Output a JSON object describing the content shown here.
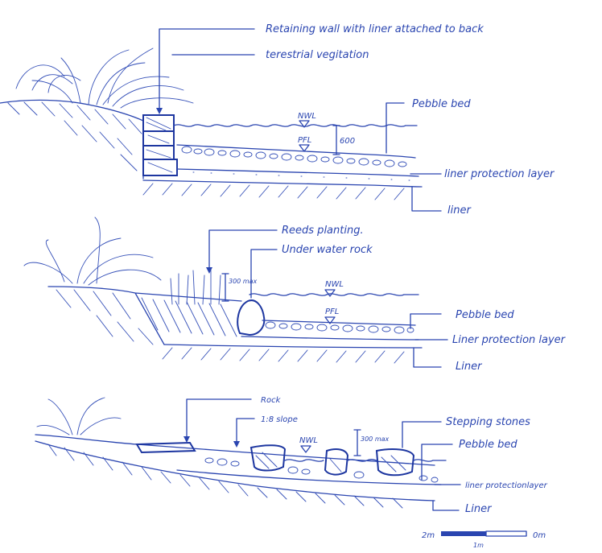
{
  "section_top": {
    "labels": {
      "retaining_wall": "Retaining wall with liner attached to back",
      "vegetation": "terestrial vegitation",
      "pebble_bed": "Pebble bed",
      "nwl": "NWL",
      "pfl": "PFL",
      "depth": "600",
      "liner_protection": "liner protection layer",
      "liner": "liner"
    }
  },
  "section_middle": {
    "labels": {
      "reeds": "Reeds planting.",
      "underwater_rock": "Under water rock",
      "depth": "300 max",
      "nwl": "NWL",
      "pfl": "PFL",
      "pebble_bed": "Pebble bed",
      "liner_protection": "Liner protection layer",
      "liner": "Liner"
    }
  },
  "section_bottom": {
    "labels": {
      "rock": "Rock",
      "slope": "1:8 slope",
      "nwl": "NWL",
      "depth": "300 max",
      "stepping_stones": "Stepping stones",
      "pebble_bed": "Pebble bed",
      "liner_protection": "liner protectionlayer",
      "liner": "Liner"
    }
  },
  "scale_bar": {
    "left": "2m",
    "middle": "1m",
    "right": "0m"
  }
}
